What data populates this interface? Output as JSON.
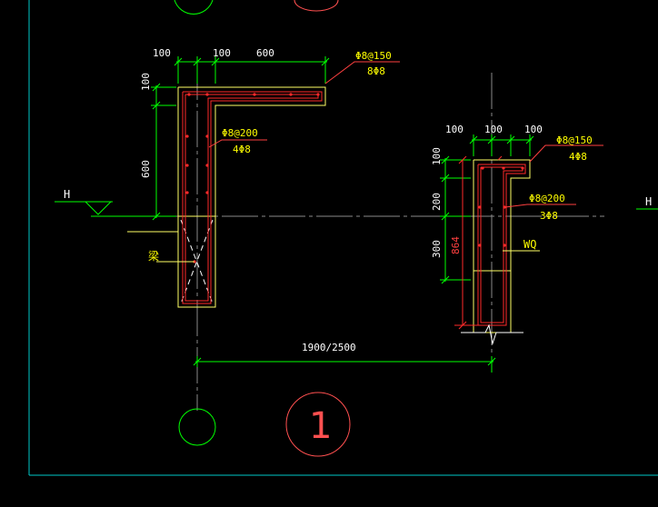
{
  "colors": {
    "background": "#000000",
    "frame": "#00c8c8",
    "dimension": "#00ff00",
    "outline": "#ffff66",
    "rebar": "#ff2a2a",
    "text_white": "#ffffff",
    "text_yellow": "#ffff00",
    "axis": "#909090"
  },
  "left_section": {
    "dim_top": [
      "100",
      "100",
      "600"
    ],
    "dim_left": [
      "100",
      "600"
    ],
    "rebar_top": {
      "stirrup": "Φ8@150",
      "main": "8Φ8"
    },
    "rebar_mid": {
      "stirrup": "Φ8@200",
      "main": "4Φ8"
    },
    "beam_label": "梁",
    "level_marker": "H"
  },
  "right_section": {
    "dim_top": [
      "100",
      "100",
      "100"
    ],
    "dim_left": [
      "100",
      "200",
      "300"
    ],
    "height_label": "864",
    "rebar_top": {
      "stirrup": "Φ8@150",
      "main": "4Φ8"
    },
    "rebar_mid": {
      "stirrup": "Φ8@200",
      "main": "3Φ8"
    },
    "wall_label": "WQ",
    "level_marker": "H"
  },
  "bottom": {
    "span_label": "1900/2500",
    "section_number": "1"
  }
}
